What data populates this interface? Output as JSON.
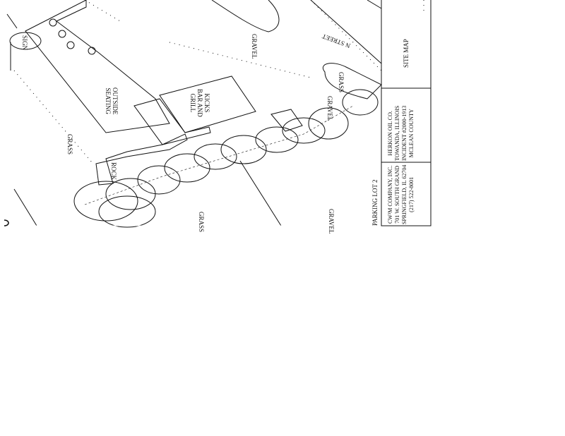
{
  "map_labels": {
    "sign": "SIGN",
    "outside_seating": "OUTSIDE\nSEATING",
    "kicks": "KICKS\nBAR AND\nGRILL",
    "gravel_top": "GRAVEL",
    "street": "N STREET",
    "grass_right": "GRASS",
    "gravel_mid": "GRAVEL",
    "grass_left": "GRASS",
    "rock": "ROCK",
    "grass_bottom": "GRASS",
    "gravel_bottom": "GRAVEL",
    "parking_lot": "PARKING LOT 2"
  },
  "title_block": {
    "company": "CW³M COMPANY, INC.\n701 W. SOUTH GRAND\nSPRINGFIELD, IL 62704\n(217) 522-8001",
    "client": "HERKON OIL CO.\nTOWANDA, ILLINOIS\nINCIDENT #2000-1913\nMCLEAN COUNTY",
    "sheet_title": "SITE MAP"
  },
  "colors": {
    "ink": "#111111",
    "paper": "#ffffff"
  }
}
